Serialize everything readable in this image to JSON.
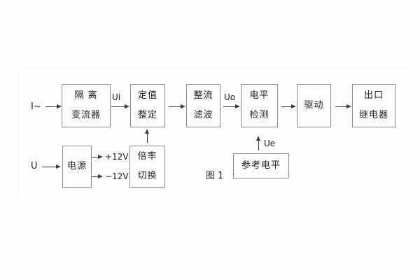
{
  "figure": {
    "caption": "图 1",
    "blocks": {
      "isolation": {
        "line1": "隔 离",
        "line2": "变流器"
      },
      "setting": {
        "line1": "定值",
        "line2": "整定"
      },
      "rectifier_filter": {
        "line1": "整流",
        "line2": "滤波"
      },
      "level_detect": {
        "line1": "电平",
        "line2": "检测"
      },
      "driver": {
        "line1": "驱动"
      },
      "output_relay": {
        "line1": "出口",
        "line2": "继电器"
      },
      "power_supply": {
        "line1": "电源"
      },
      "ratio_switch": {
        "line1": "倍率",
        "line2": "切换"
      },
      "reference_level": {
        "line1": "参考电平"
      }
    },
    "signals": {
      "input_current": "I~",
      "ui": "Ui",
      "uo": "Uo",
      "ue": "Ue",
      "input_voltage": "U",
      "plus12v": "+12V",
      "minus12v": "−12V"
    }
  }
}
